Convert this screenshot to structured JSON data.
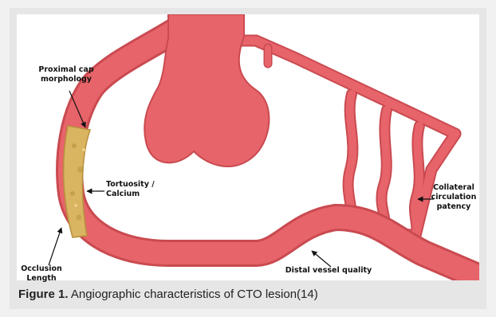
{
  "labels": {
    "proximal_cap": "Proximal cap\nmorphology",
    "tortuosity": "Tortuosity /\nCalcium",
    "collateral": "Collateral\ncirculation\npatency",
    "occlusion": "Occlusion\nLength",
    "distal": "Distal vessel quality"
  },
  "caption": {
    "figure_label": "Figure 1.",
    "text": " Angiographic characteristics of CTO lesion(14)"
  },
  "colors": {
    "vessel": "#e7646a",
    "vessel_dark": "#c94a50",
    "lesion": "#d9b461",
    "lesion_dark": "#b88f3c"
  }
}
